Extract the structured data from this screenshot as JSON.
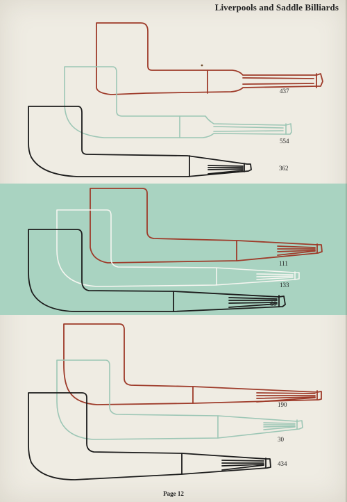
{
  "header": {
    "title": "Liverpools and Saddle Billiards"
  },
  "footer": {
    "page_label": "Page 12"
  },
  "colors": {
    "red": "#9e3b2a",
    "green": "#9cc6b5",
    "black": "#1c1c1c",
    "white": "#f6f6f1",
    "band": "#a9d3c1"
  },
  "pipes": [
    {
      "number": "437",
      "color": "red"
    },
    {
      "number": "554",
      "color": "green"
    },
    {
      "number": "362",
      "color": "black"
    },
    {
      "number": "111",
      "color": "red"
    },
    {
      "number": "133",
      "color": "white"
    },
    {
      "number": "66",
      "color": "black"
    },
    {
      "number": "190",
      "color": "red"
    },
    {
      "number": "30",
      "color": "green"
    },
    {
      "number": "434",
      "color": "black"
    }
  ]
}
